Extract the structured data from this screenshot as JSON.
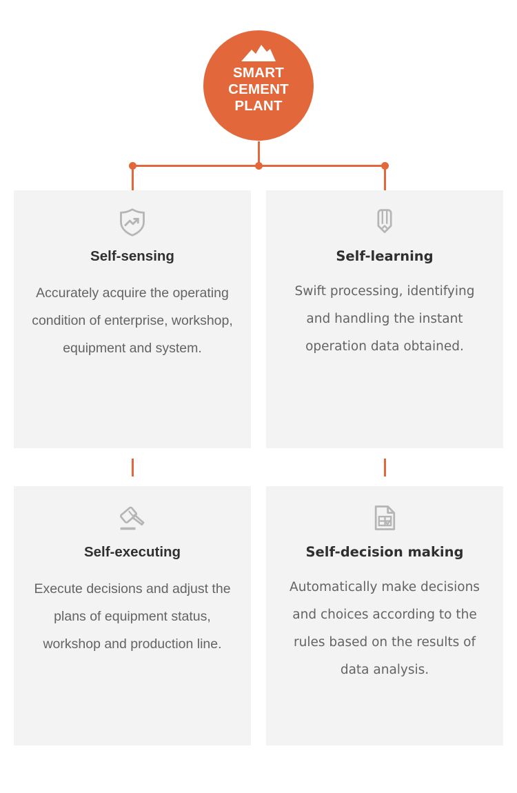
{
  "theme": {
    "accent": "#e2683c",
    "card_bg": "#f3f3f3",
    "page_bg": "#ffffff",
    "title_color": "#2f2f2f",
    "body_color": "#636363",
    "icon_color": "#b5b5b5"
  },
  "hub": {
    "icon": "mountain-icon",
    "title": "SMART\nCEMENT\nPLANT"
  },
  "connectors": {
    "dots": 3,
    "dot_color": "#e2683c"
  },
  "cards": [
    {
      "icon": "shield-trending-up-icon",
      "title": "Self-sensing",
      "body": "Accurately acquire the operating condition of enterprise, workshop, equipment and system."
    },
    {
      "icon": "pencil-icon",
      "title": "Self-learning",
      "body": "Swift processing, identifying and handling the instant operation data obtained."
    },
    {
      "icon": "gavel-icon",
      "title": "Self-executing",
      "body": "Execute decisions and adjust the plans of equipment status, workshop and production line."
    },
    {
      "icon": "document-table-check-icon",
      "title": "Self-decision making",
      "body": "Automatically make decisions and choices according to the rules based on the results of data analysis."
    }
  ]
}
